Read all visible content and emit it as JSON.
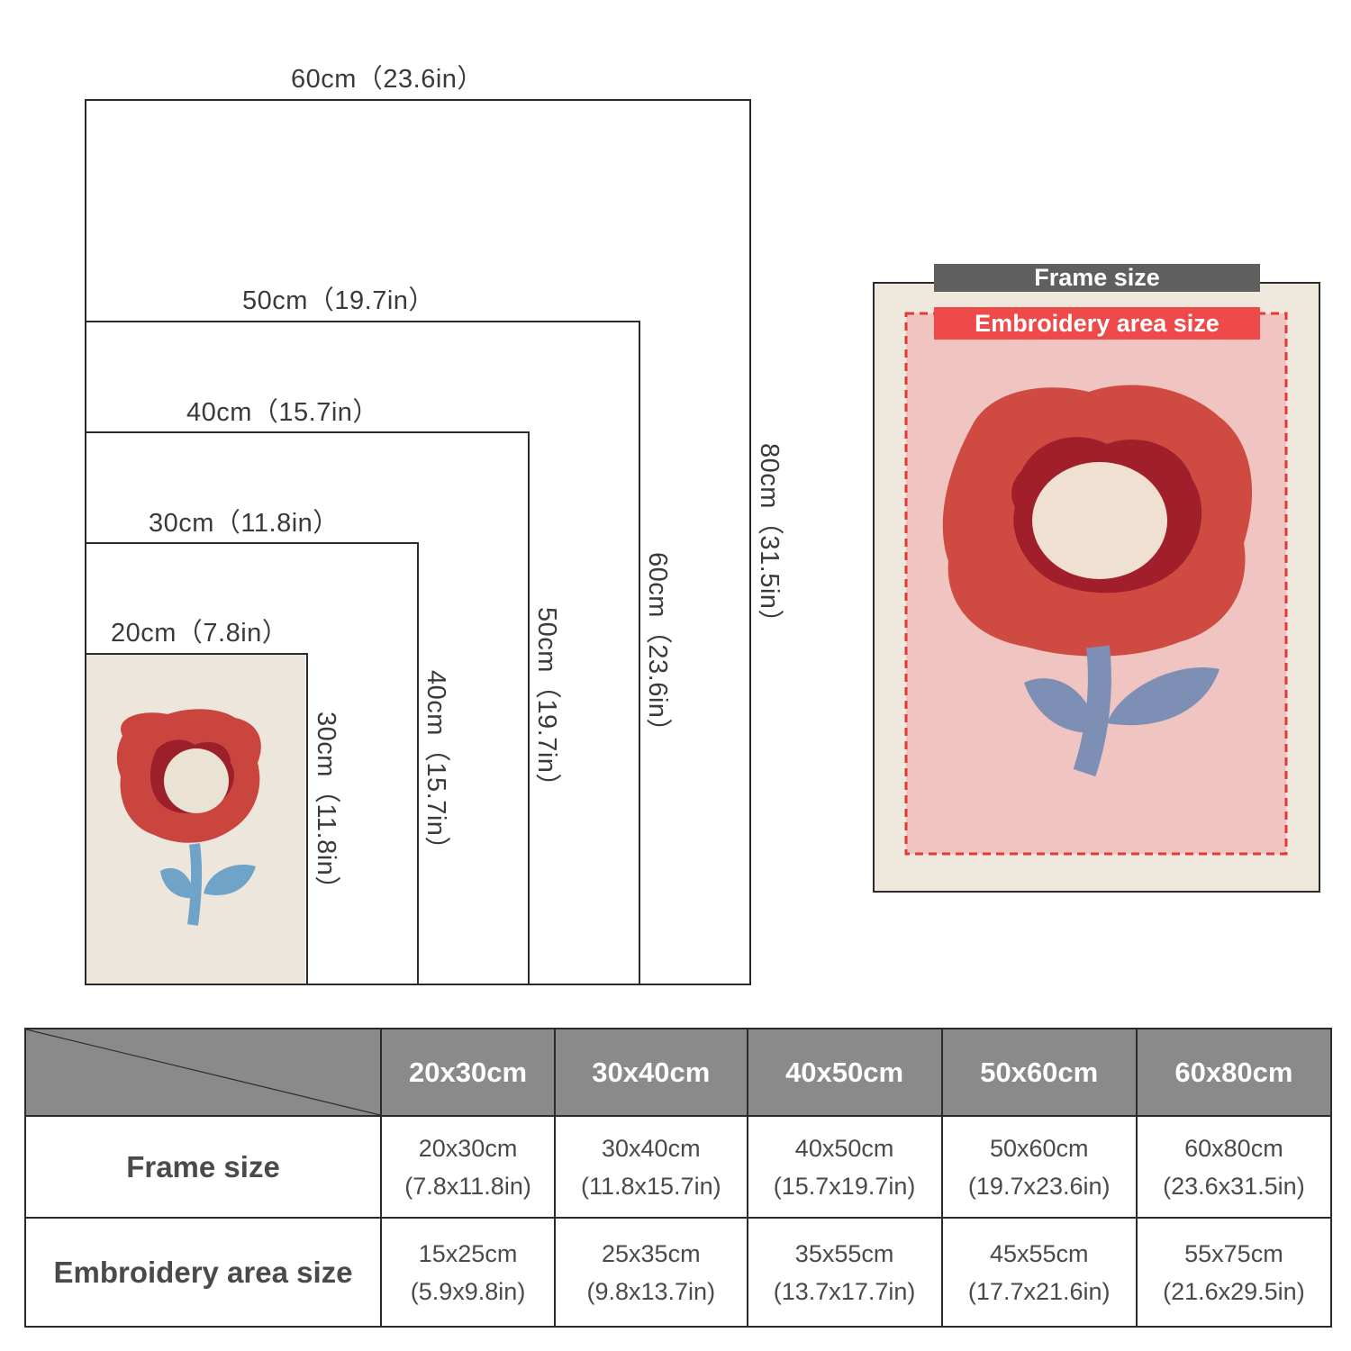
{
  "widths": [
    {
      "label": "60cm（23.6in）"
    },
    {
      "label": "50cm（19.7in）"
    },
    {
      "label": "40cm（15.7in）"
    },
    {
      "label": "30cm（11.8in）"
    },
    {
      "label": "20cm（7.8in）"
    }
  ],
  "heights": [
    {
      "label": "80cm（31.5in）"
    },
    {
      "label": "60cm（23.6in）"
    },
    {
      "label": "50cm（19.7in）"
    },
    {
      "label": "40cm（15.7in）"
    },
    {
      "label": "30cm（11.8in）"
    }
  ],
  "preview": {
    "frame_tag": "Frame size",
    "embroidery_tag": "Embroidery area size",
    "colors": {
      "frame_tag": "#5f5f5f",
      "embroidery_tag": "#ef4a4a",
      "dash": "#e53935"
    }
  },
  "table": {
    "columns": [
      "20x30cm",
      "30x40cm",
      "40x50cm",
      "50x60cm",
      "60x80cm"
    ],
    "rows": [
      {
        "label": "Frame size",
        "cells": [
          {
            "cm": "20x30cm",
            "in": "(7.8x11.8in)"
          },
          {
            "cm": "30x40cm",
            "in": "(11.8x15.7in)"
          },
          {
            "cm": "40x50cm",
            "in": "(15.7x19.7in)"
          },
          {
            "cm": "50x60cm",
            "in": "(19.7x23.6in)"
          },
          {
            "cm": "60x80cm",
            "in": "(23.6x31.5in)"
          }
        ]
      },
      {
        "label": "Embroidery area size",
        "cells": [
          {
            "cm": "15x25cm",
            "in": "(5.9x9.8in)"
          },
          {
            "cm": "25x35cm",
            "in": "(9.8x13.7in)"
          },
          {
            "cm": "35x55cm",
            "in": "(13.7x17.7in)"
          },
          {
            "cm": "45x55cm",
            "in": "(17.7x21.6in)"
          },
          {
            "cm": "55x75cm",
            "in": "(21.6x29.5in)"
          }
        ]
      }
    ]
  }
}
